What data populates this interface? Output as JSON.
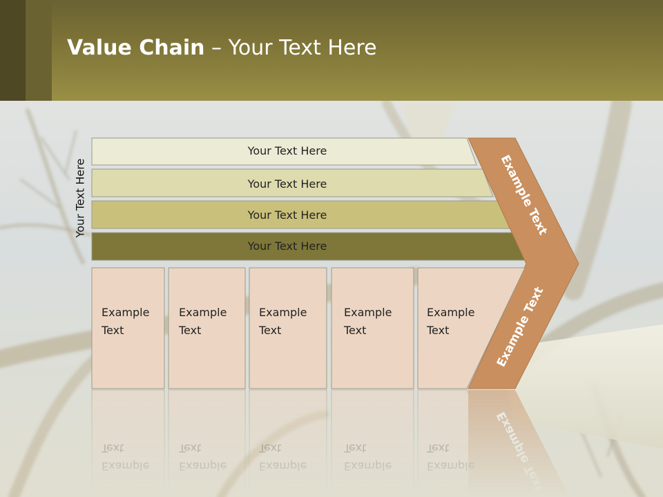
{
  "slide": {
    "title_bold": "Value Chain",
    "title_rest": " – Your Text Here",
    "vertical_label": "Your Text Here"
  },
  "rows": [
    {
      "label": "Your Text Here",
      "color": "#ecebd6"
    },
    {
      "label": "Your Text Here",
      "color": "#dedbae"
    },
    {
      "label": "Your Text Here",
      "color": "#c9c07c"
    },
    {
      "label": "Your Text Here",
      "color": "#7e7739"
    }
  ],
  "boxes": [
    {
      "line1": "Example",
      "line2": "Text"
    },
    {
      "line1": "Example",
      "line2": "Text"
    },
    {
      "line1": "Example",
      "line2": "Text"
    },
    {
      "line1": "Example",
      "line2": "Text"
    },
    {
      "line1": "Example",
      "line2": "Text"
    }
  ],
  "chevron": {
    "upper_text": "Example Text",
    "lower_text": "Example Text",
    "color": "#c98f5e"
  },
  "colors": {
    "box_fill": "#ecd6c3",
    "title_band": "#8a7f3e"
  }
}
